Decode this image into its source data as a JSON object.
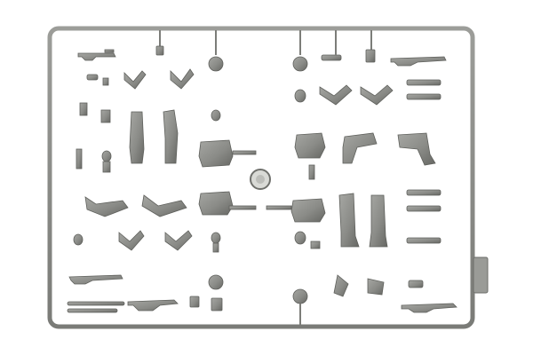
{
  "image": {
    "subject": "",
    "background_color": "#ffffff",
    "plastic_color": "#8a8b87",
    "plastic_shadow": "#5f605c",
    "plastic_highlight": "#b3b4b0",
    "icons": [
      "rifle-part",
      "helmet-part",
      "leg-part",
      "torso-part",
      "arm-part",
      "hand-part",
      "boot-part",
      "sprue-gate-tag"
    ]
  }
}
